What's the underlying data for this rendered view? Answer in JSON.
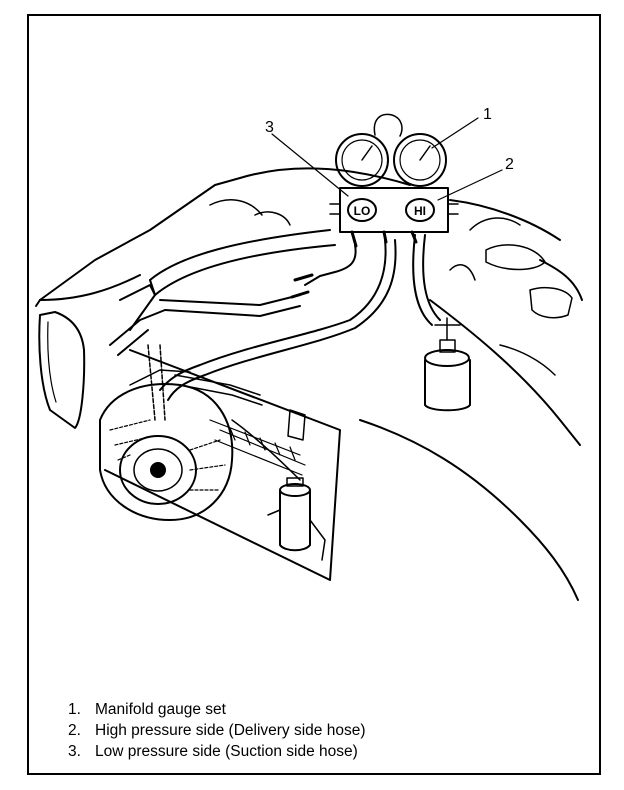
{
  "gauges": {
    "low_label": "LO",
    "high_label": "HI"
  },
  "callouts": [
    {
      "number": "1"
    },
    {
      "number": "2"
    },
    {
      "number": "3"
    }
  ],
  "legend": {
    "items": [
      {
        "number": "1.",
        "text": "Manifold gauge set"
      },
      {
        "number": "2.",
        "text": "High pressure side (Delivery side hose)"
      },
      {
        "number": "3.",
        "text": "Low pressure side (Suction side hose)"
      }
    ]
  }
}
